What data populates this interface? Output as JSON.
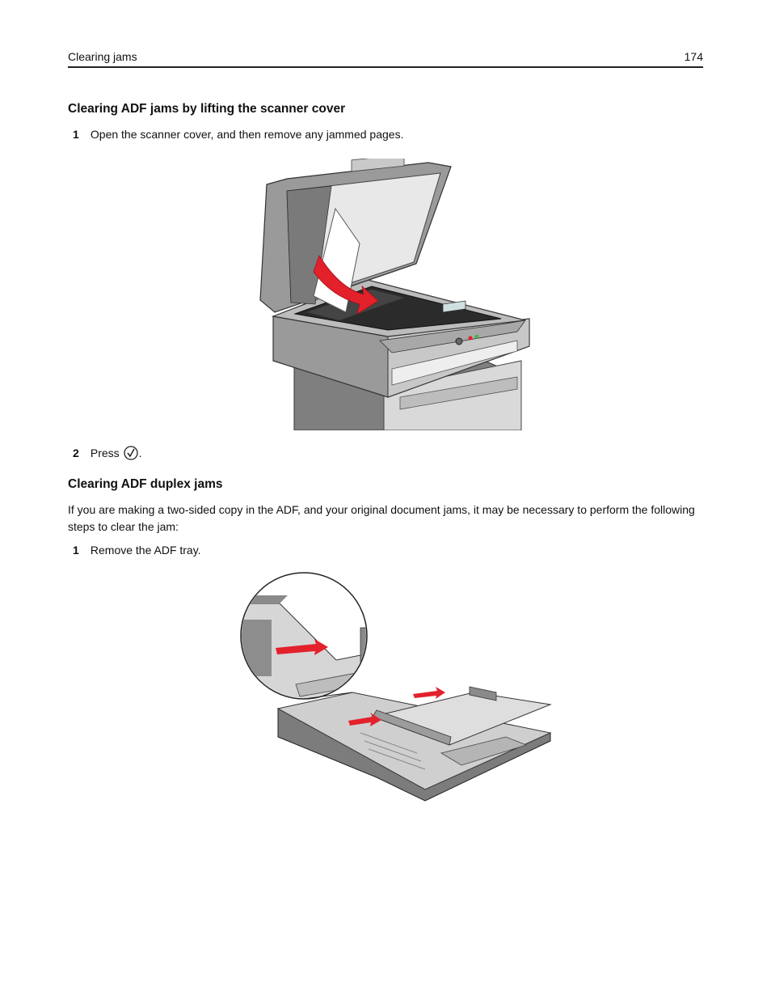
{
  "header": {
    "section": "Clearing jams",
    "page_number": "174"
  },
  "sections": [
    {
      "title": "Clearing ADF jams by lifting the scanner cover",
      "steps": [
        {
          "num": "1",
          "text": "Open the scanner cover, and then remove any jammed pages."
        },
        {
          "num": "2",
          "text_before": "Press",
          "icon": "check-button-icon",
          "text_after": "."
        }
      ]
    },
    {
      "title": "Clearing ADF duplex jams",
      "intro": "If you are making a two-sided copy in the ADF, and your original document jams, it may be necessary to perform the following steps to clear the jam:",
      "steps": [
        {
          "num": "1",
          "text": "Remove the ADF tray."
        }
      ]
    }
  ],
  "colors": {
    "arrow_red": "#e3212b",
    "device_gray": "#8c8c8c",
    "rule": "#222222"
  }
}
